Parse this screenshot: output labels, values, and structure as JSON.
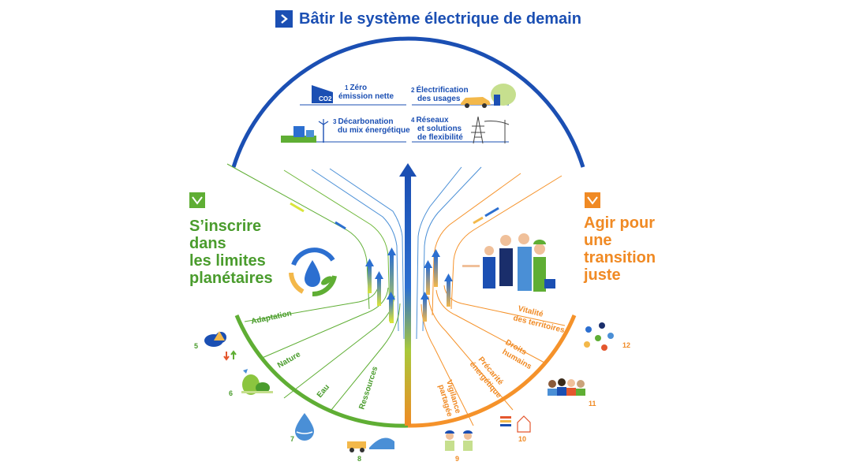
{
  "title": "Bâtir le système électrique de demain",
  "colors": {
    "blue": "#1b4fb3",
    "green": "#4a9c2d",
    "orange": "#f08a24"
  },
  "icons": {
    "title": "chevron-right-icon",
    "left_check": "check-icon",
    "right_check": "check-icon"
  },
  "goals": [
    {
      "num": "1",
      "line1": "Zéro",
      "line2": "émission nette"
    },
    {
      "num": "2",
      "line1": "Électrification",
      "line2": "des usages"
    },
    {
      "num": "3",
      "line1": "Décarbonation",
      "line2": "du mix énergétique"
    },
    {
      "num": "4",
      "line1": "Réseaux",
      "line2": "et solutions",
      "line3": "de flexibilité"
    }
  ],
  "left_heading": [
    "S’inscrire",
    "dans",
    "les limites",
    "planétaires"
  ],
  "right_heading": [
    "Agir pour",
    "une",
    "transition",
    "juste"
  ],
  "left_items": [
    {
      "num": "5",
      "label": "Adaptation"
    },
    {
      "num": "6",
      "label": "Nature"
    },
    {
      "num": "7",
      "label": "Eau"
    },
    {
      "num": "8",
      "label": "Ressources"
    }
  ],
  "right_items": [
    {
      "num": "9",
      "label1": "Vigilance",
      "label2": "partagée"
    },
    {
      "num": "10",
      "label1": "Précarité",
      "label2": "énergétique"
    },
    {
      "num": "11",
      "label1": "Droits",
      "label2": "humains"
    },
    {
      "num": "12",
      "label1": "Vitalité",
      "label2": "des territoires"
    }
  ],
  "co2_label": "CO2"
}
